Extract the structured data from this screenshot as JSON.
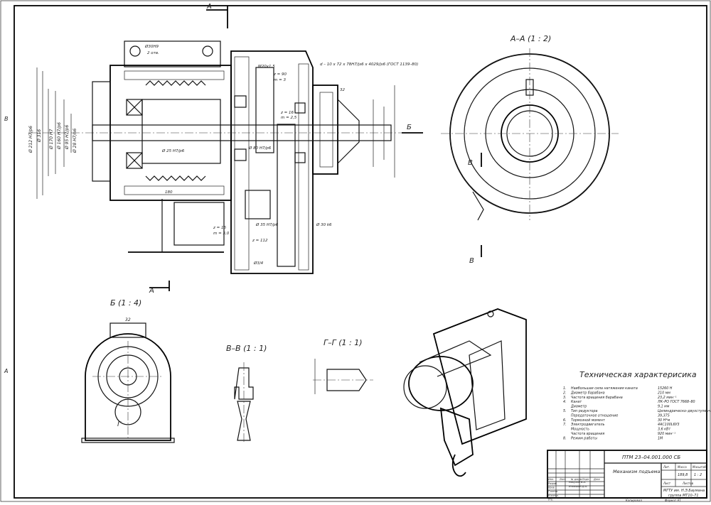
{
  "section_labels": {
    "aa": "А–А (1 : 2)",
    "b": "Б (1 : 4)",
    "vv": "В–В (1 : 1)",
    "gg": "Г–Г (1 : 1)"
  },
  "cut_markers": {
    "a": "А",
    "b": "Б",
    "v": "В",
    "g": "Г"
  },
  "callouts": [
    "Ø30Н9",
    "2 отв.",
    "М20х1,5",
    "z = 90",
    "m = 3",
    "z = 16",
    "m = 2,5",
    "z = 16",
    "m = 3,0",
    "z = 112",
    "Ø3/4",
    "180",
    "32",
    "Ø 25 Н7/p6",
    "Ø 80 Н7/p6",
    "Ø 35 Н7/p6",
    "Ø 30 k6",
    "d – 10 x 72 x 78Н7/js6 x 4029/js6 (ГОСТ 1139–80)"
  ],
  "left_dims": [
    "Ø 212 Н7/p6",
    "Ø 316",
    "Ø 170 Н7",
    "Ø 160 Н7/p6",
    "Ø 95 Н7/p6",
    "Ø 28 Н7/n6"
  ],
  "tech_spec": {
    "title": "Техническая характерисика",
    "rows": [
      {
        "n": "1.",
        "label": "Наибольшая сила натяжения каната",
        "value": "15260 Н"
      },
      {
        "n": "2.",
        "label": "Диаметр барабана",
        "value": "210 мм"
      },
      {
        "n": "3.",
        "label": "Частота вращения барабана",
        "value": "23,2 мин⁻¹"
      },
      {
        "n": "4.",
        "label": "Канат",
        "value": "ЛК–РО ГОСТ 7668–80"
      },
      {
        "n": "",
        "label": "Диаметр",
        "value": "9,1 мм"
      },
      {
        "n": "5.",
        "label": "Тип редуктора",
        "value": "Цилиндрическо–двухступенчатый"
      },
      {
        "n": "",
        "label": "Передаточное отношение",
        "value": "39,375"
      },
      {
        "n": "6.",
        "label": "Тормозной момент",
        "value": "30 Н*м"
      },
      {
        "n": "7.",
        "label": "Электродвигатель",
        "value": "4АС100L6У3"
      },
      {
        "n": "",
        "label": "Мощность",
        "value": "3,6 кВт"
      },
      {
        "n": "",
        "label": "Частота вращения",
        "value": "920 мин⁻¹"
      },
      {
        "n": "8.",
        "label": "Режим работы",
        "value": "1М"
      }
    ]
  },
  "title_block": {
    "doc_number": "ПТМ 23–04.001.000 СБ",
    "name": "Механизм подъема",
    "lit_label": "Лит.",
    "mass_label": "Масса",
    "scale_label": "Масштаб",
    "mass": "189,8",
    "scale": "1 : 2",
    "sheet_label": "Лист",
    "sheets_label": "Листов",
    "org_line1": "МГТУ им. Н.Э.Баумана",
    "org_line2": "группа МТ10–71",
    "left_labels": [
      "Изм.",
      "Лист",
      "№ докум.",
      "Подп.",
      "Дата",
      "Разраб.",
      "Пров.",
      "Т.контр.",
      "Н.контр.",
      "Утв."
    ],
    "persons": [
      "Никулин В.А.",
      "Ильюшин Д.А."
    ],
    "bottom": [
      "Копировал",
      "Формат А1"
    ]
  },
  "frame_marks": {
    "left_top": "В",
    "left_bottom": "А"
  }
}
